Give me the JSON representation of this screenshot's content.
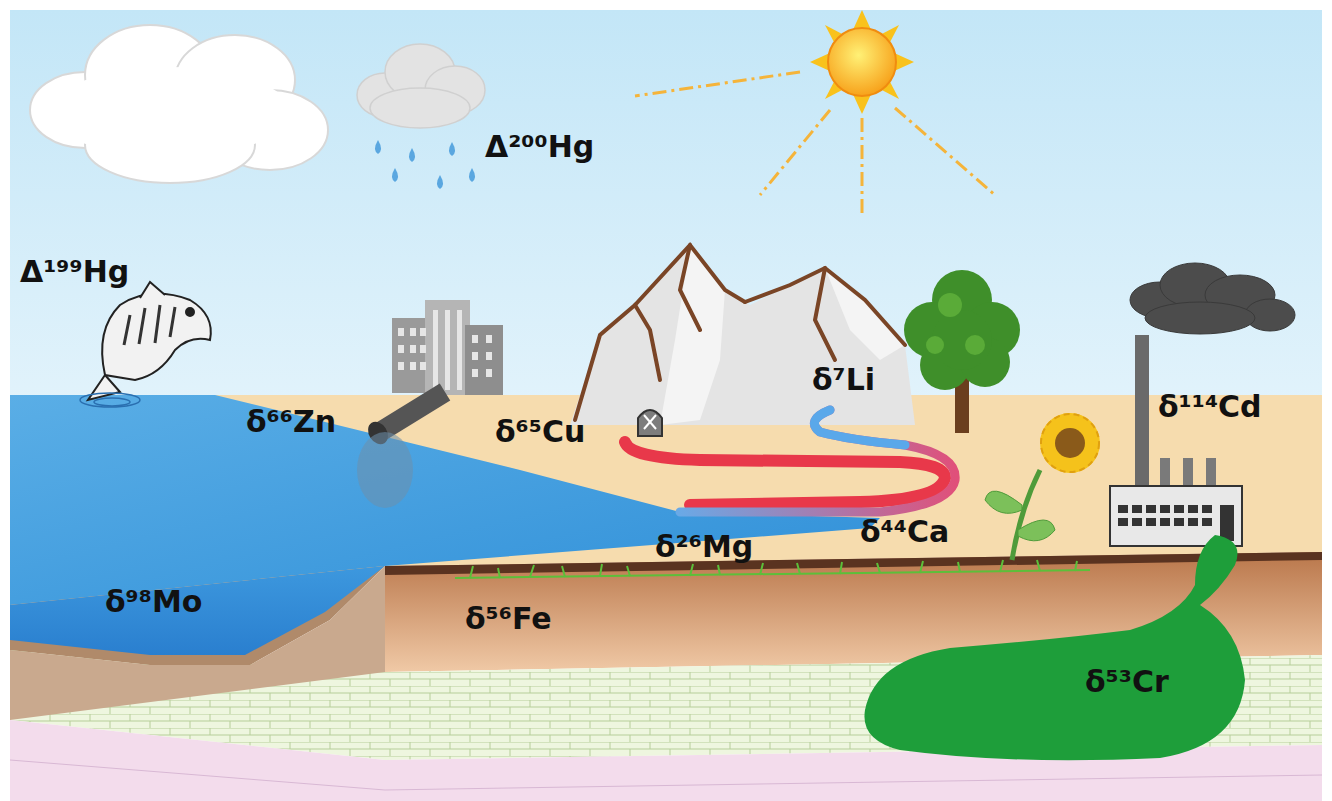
{
  "diagram": {
    "nodes": [
      {
        "text": [
          "δ⁵³Cr"
        ]
      }
    ],
    "labels": [
      "Δ²⁰⁰Hg",
      "Δ¹⁹⁹Hg",
      "δ⁶⁶Zn",
      "δ⁶⁵Cu",
      "δ⁷Li",
      "δ¹¹⁴Cd",
      "δ²⁶Mg",
      "δ⁴⁴Ca",
      "δ⁹⁸Mo",
      "δ⁵⁶Fe"
    ]
  }
}
